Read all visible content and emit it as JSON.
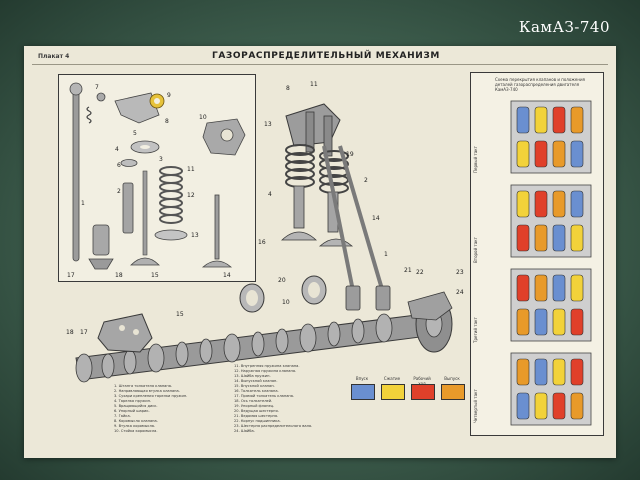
{
  "slide_title": "КамАЗ-740",
  "poster": {
    "plate": "Плакат 4",
    "title": "ГАЗОРАСПРЕДЕЛИТЕЛЬНЫЙ МЕХАНИЗМ"
  },
  "right_panel": {
    "caption": "Схема перекрытия клапанов и положения деталей газораспределения двигателя КамАЗ-740",
    "side_labels": [
      "Первый такт",
      "Второй такт",
      "Третий такт",
      "Четвертый такт"
    ]
  },
  "legend": {
    "items": [
      {
        "label": "Впуск",
        "color": "#6a8fd0"
      },
      {
        "label": "Сжатие",
        "color": "#f2d23a"
      },
      {
        "label": "Рабочий ход",
        "color": "#e0402a"
      },
      {
        "label": "Выпуск",
        "color": "#e89a2a"
      }
    ]
  },
  "callouts": [
    "1",
    "2",
    "3",
    "4",
    "5",
    "6",
    "7",
    "8",
    "9",
    "10",
    "11",
    "12",
    "13",
    "14",
    "15",
    "16",
    "17",
    "18",
    "19",
    "20",
    "21",
    "22",
    "23",
    "24"
  ],
  "parts_left": [
    "1. Штанга толкателя клапана.",
    "2. Направляющая втулка клапана.",
    "3. Сухари крепления тарелки пружин.",
    "4. Тарелка пружин.",
    "5. Вращающийся диск.",
    "6. Упорный шарик.",
    "7. Гайка.",
    "8. Коромысло клапана.",
    "9. Втулка коромысла.",
    "10. Стойка коромысла."
  ],
  "parts_right": [
    "11. Внутренняя пружина клапана.",
    "12. Наружная пружина клапана.",
    "13. Шайба пружин.",
    "14. Выпускной клапан.",
    "15. Впускной клапан.",
    "16. Толкатель клапана.",
    "17. Прямой толкатель клапана.",
    "18. Ось толкателей.",
    "19. Упорный фланец.",
    "20. Ведущая шестерня.",
    "21. Ведомая шестерня.",
    "22. Корпус подшипника.",
    "23. Шестерня распределительного вала.",
    "24. Шайба."
  ]
}
